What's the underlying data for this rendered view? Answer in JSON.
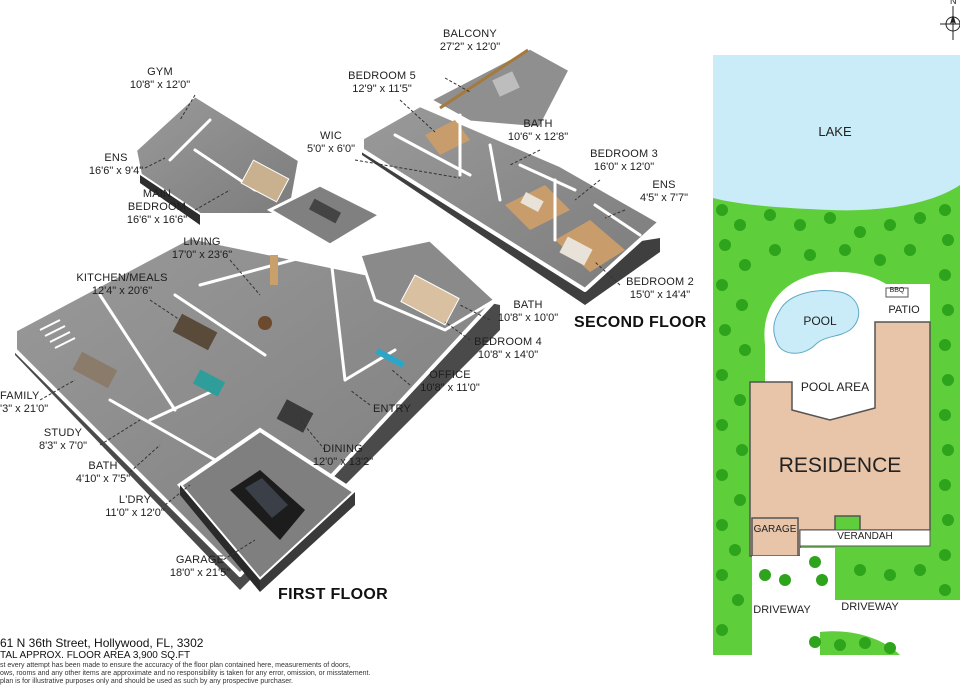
{
  "first_floor": {
    "title": "FIRST FLOOR",
    "rooms": {
      "gym": {
        "name": "GYM",
        "dims": "10'8\" x 12'0\""
      },
      "ens": {
        "name": "ENS",
        "dims": "16'6\" x 9'4\""
      },
      "main_bedroom": {
        "name": "MAIN\nBEDROOM",
        "dims": "16'6\" x 16'6\""
      },
      "living": {
        "name": "LIVING",
        "dims": "17'0\" x 23'6\""
      },
      "kitchen": {
        "name": "KITCHEN/MEALS",
        "dims": "12'4\" x 20'6\""
      },
      "family": {
        "name": "FAMILY",
        "dims": "'3\" x 21'0\""
      },
      "study": {
        "name": "STUDY",
        "dims": "8'3\" x 7'0\""
      },
      "bath": {
        "name": "BATH",
        "dims": "4'10\" x 7'5\""
      },
      "laundry": {
        "name": "L'DRY",
        "dims": "11'0\" x 12'0\""
      },
      "garage": {
        "name": "GARAGE",
        "dims": "18'0\" x 21'5\""
      },
      "dining": {
        "name": "DINING",
        "dims": "12'0\" x 13'2\""
      },
      "entry": {
        "name": "ENTRY",
        "dims": ""
      },
      "office": {
        "name": "OFFICE",
        "dims": "10'8\" x 11'0\""
      },
      "bedroom4": {
        "name": "BEDROOM 4",
        "dims": "10'8\" x 14'0\""
      },
      "bath2": {
        "name": "BATH",
        "dims": "10'8\" x 10'0\""
      }
    }
  },
  "second_floor": {
    "title": "SECOND FLOOR",
    "rooms": {
      "balcony": {
        "name": "BALCONY",
        "dims": "27'2\" x 12'0\""
      },
      "bedroom5": {
        "name": "BEDROOM 5",
        "dims": "12'9\" x 11'5\""
      },
      "wic": {
        "name": "WIC",
        "dims": "5'0\" x 6'0\""
      },
      "bath": {
        "name": "BATH",
        "dims": "10'6\" x 12'8\""
      },
      "bedroom3": {
        "name": "BEDROOM 3",
        "dims": "16'0\" x 12'0\""
      },
      "ens": {
        "name": "ENS",
        "dims": "4'5\" x 7'7\""
      },
      "bedroom2": {
        "name": "BEDROOM 2",
        "dims": "15'0\" x 14'4\""
      }
    }
  },
  "site_plan": {
    "lake": "LAKE",
    "pool": "POOL",
    "patio": "PATIO",
    "bbq": "BBQ",
    "pool_area": "POOL AREA",
    "residence": "RESIDENCE",
    "garage": "GARAGE",
    "verandah": "VERANDAH",
    "driveway_left": "DRIVEWAY",
    "driveway_right": "DRIVEWAY",
    "compass_letter": "N"
  },
  "footer": {
    "address": "61 N 36th Street, Hollywood, FL, 3302",
    "total_area": "TAL APPROX. FLOOR AREA 3,900 SQ.FT",
    "disclaimer_1": "st every attempt has been made to ensure the accuracy of the floor plan contained here, measurements of doors,",
    "disclaimer_2": "ows, rooms and any other items are approximate and no responsibility is taken for any error, omission, or misstatement.",
    "disclaimer_3": "plan is for illustrative purposes only and should be used as such by any prospective purchaser."
  },
  "colors": {
    "grass": "#5fce3b",
    "tree": "#2ea31c",
    "lake": "#c9ecf8",
    "residence": "#e8c4a9",
    "floor_grey": "#8d8d8d",
    "wall": "#ffffff",
    "wood_floor": "#c89d6b",
    "leader": "#333333"
  }
}
